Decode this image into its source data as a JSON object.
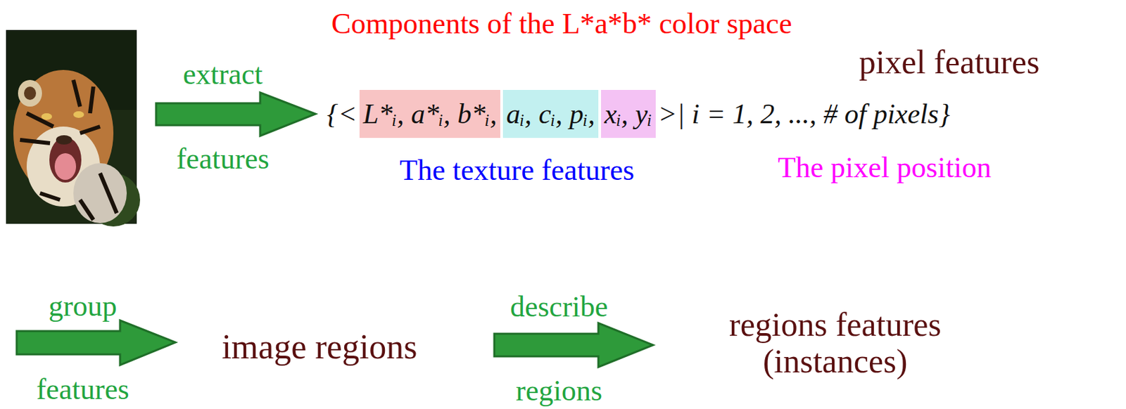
{
  "diagram": {
    "nodes": [
      {
        "text": [
          "L*ᵢ, a*ᵢ, b*ᵢ,"
        ]
      },
      {
        "text": [
          "aᵢ, cᵢ, pᵢ,"
        ]
      },
      {
        "text": [
          "xᵢ, yᵢ"
        ]
      }
    ],
    "labels": [
      "Components of the L*a*b* color space",
      "extract",
      "features",
      "{<",
      ">| i = 1, 2, ..., # of pixels}",
      "pixel features",
      "The texture features",
      "The pixel position",
      "group",
      "features",
      "image regions",
      "describe",
      "regions",
      "regions features (instances)"
    ]
  }
}
